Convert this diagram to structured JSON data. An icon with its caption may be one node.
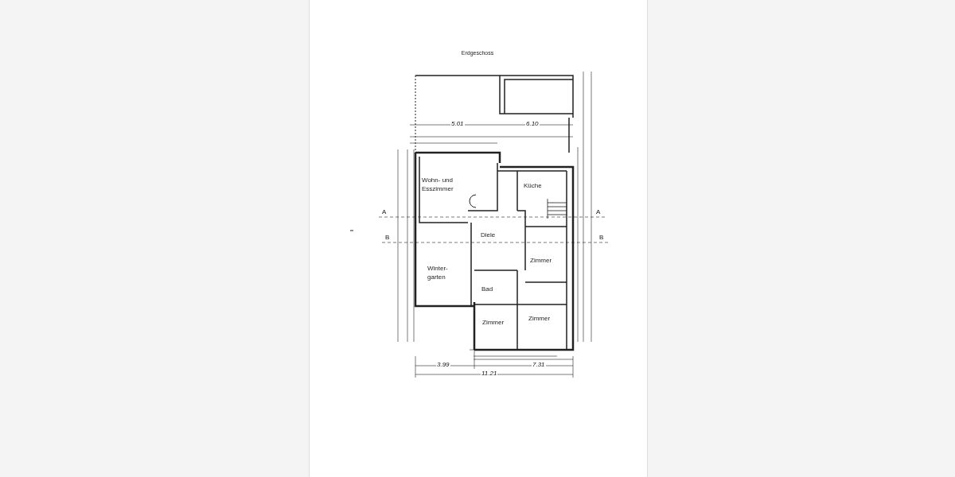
{
  "diagram": {
    "title": "Erdgeschoss",
    "nodes": [
      {
        "text": [
          "Wohn- und Esszimmer"
        ]
      },
      {
        "text": [
          "Küche"
        ]
      },
      {
        "text": [
          "Diele"
        ]
      },
      {
        "text": [
          "Zimmer"
        ]
      },
      {
        "text": [
          "Winter- garten"
        ]
      },
      {
        "text": [
          "Bad"
        ]
      },
      {
        "text": [
          "Zimmer"
        ]
      },
      {
        "text": [
          "Zimmer"
        ]
      }
    ],
    "labels": [
      "5.01",
      "6.10",
      "A",
      "A",
      "B",
      "B",
      "3.99",
      "7.31",
      "11.21"
    ]
  }
}
